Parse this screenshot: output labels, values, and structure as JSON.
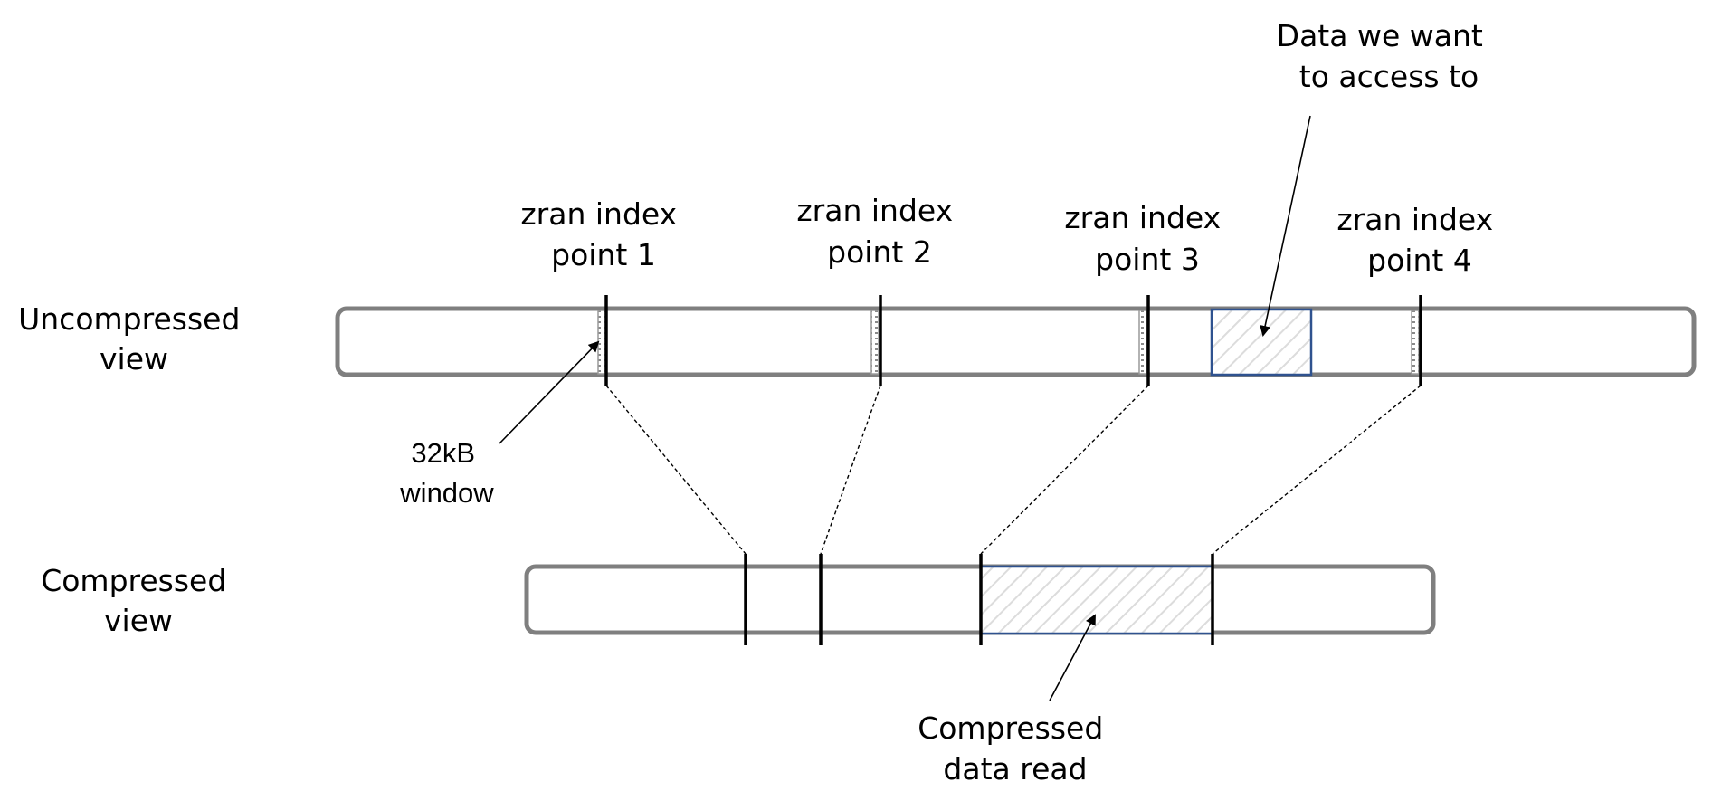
{
  "labels": {
    "uncompressed_view": [
      "Uncompressed",
      "view"
    ],
    "compressed_view": [
      "Compressed",
      "view"
    ],
    "index_points": [
      [
        "zran index",
        "point 1"
      ],
      [
        "zran index",
        "point 2"
      ],
      [
        "zran index",
        "point 3"
      ],
      [
        "zran index",
        "point 4"
      ]
    ],
    "window": [
      "32kB",
      "window"
    ],
    "target": [
      "Data we want",
      "to access to"
    ],
    "read": [
      "Compressed",
      "data read"
    ]
  },
  "colors": {
    "bar_outline": "#7f7f7f",
    "highlight_outline": "#2f528f",
    "hatch": "#d9d9d9"
  }
}
